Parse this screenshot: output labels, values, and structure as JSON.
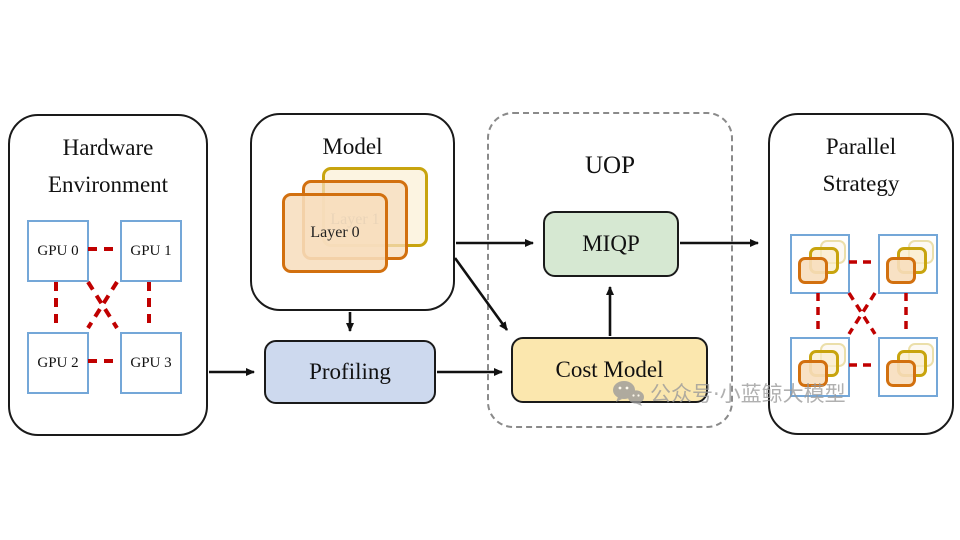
{
  "diagram": {
    "hardware": {
      "title_line1": "Hardware",
      "title_line2": "Environment",
      "gpus": [
        "GPU 0",
        "GPU 1",
        "GPU 2",
        "GPU 3"
      ]
    },
    "model": {
      "title": "Model",
      "layer_back_label": "Layer 1",
      "layer_front_label": "Layer 0"
    },
    "profiling": {
      "label": "Profiling"
    },
    "uop": {
      "title": "UOP",
      "miqp_label": "MIQP",
      "cost_model_label": "Cost Model"
    },
    "parallel": {
      "title_line1": "Parallel",
      "title_line2": "Strategy"
    },
    "watermark": {
      "text": "公众号·小蓝鲸大模型"
    },
    "colors": {
      "gpu_border": "#74a7d8",
      "dashed_red": "#c00000",
      "layer_orange_border": "#d2700f",
      "layer_gold_border": "#c8a40e",
      "layer_fill": "#f7debe",
      "profiling_fill": "#cdd9ee",
      "miqp_fill": "#d6e8d2",
      "cost_model_fill": "#fbe7ae",
      "outline": "#1a1a1a",
      "uop_dash": "#8a8a8a"
    }
  }
}
